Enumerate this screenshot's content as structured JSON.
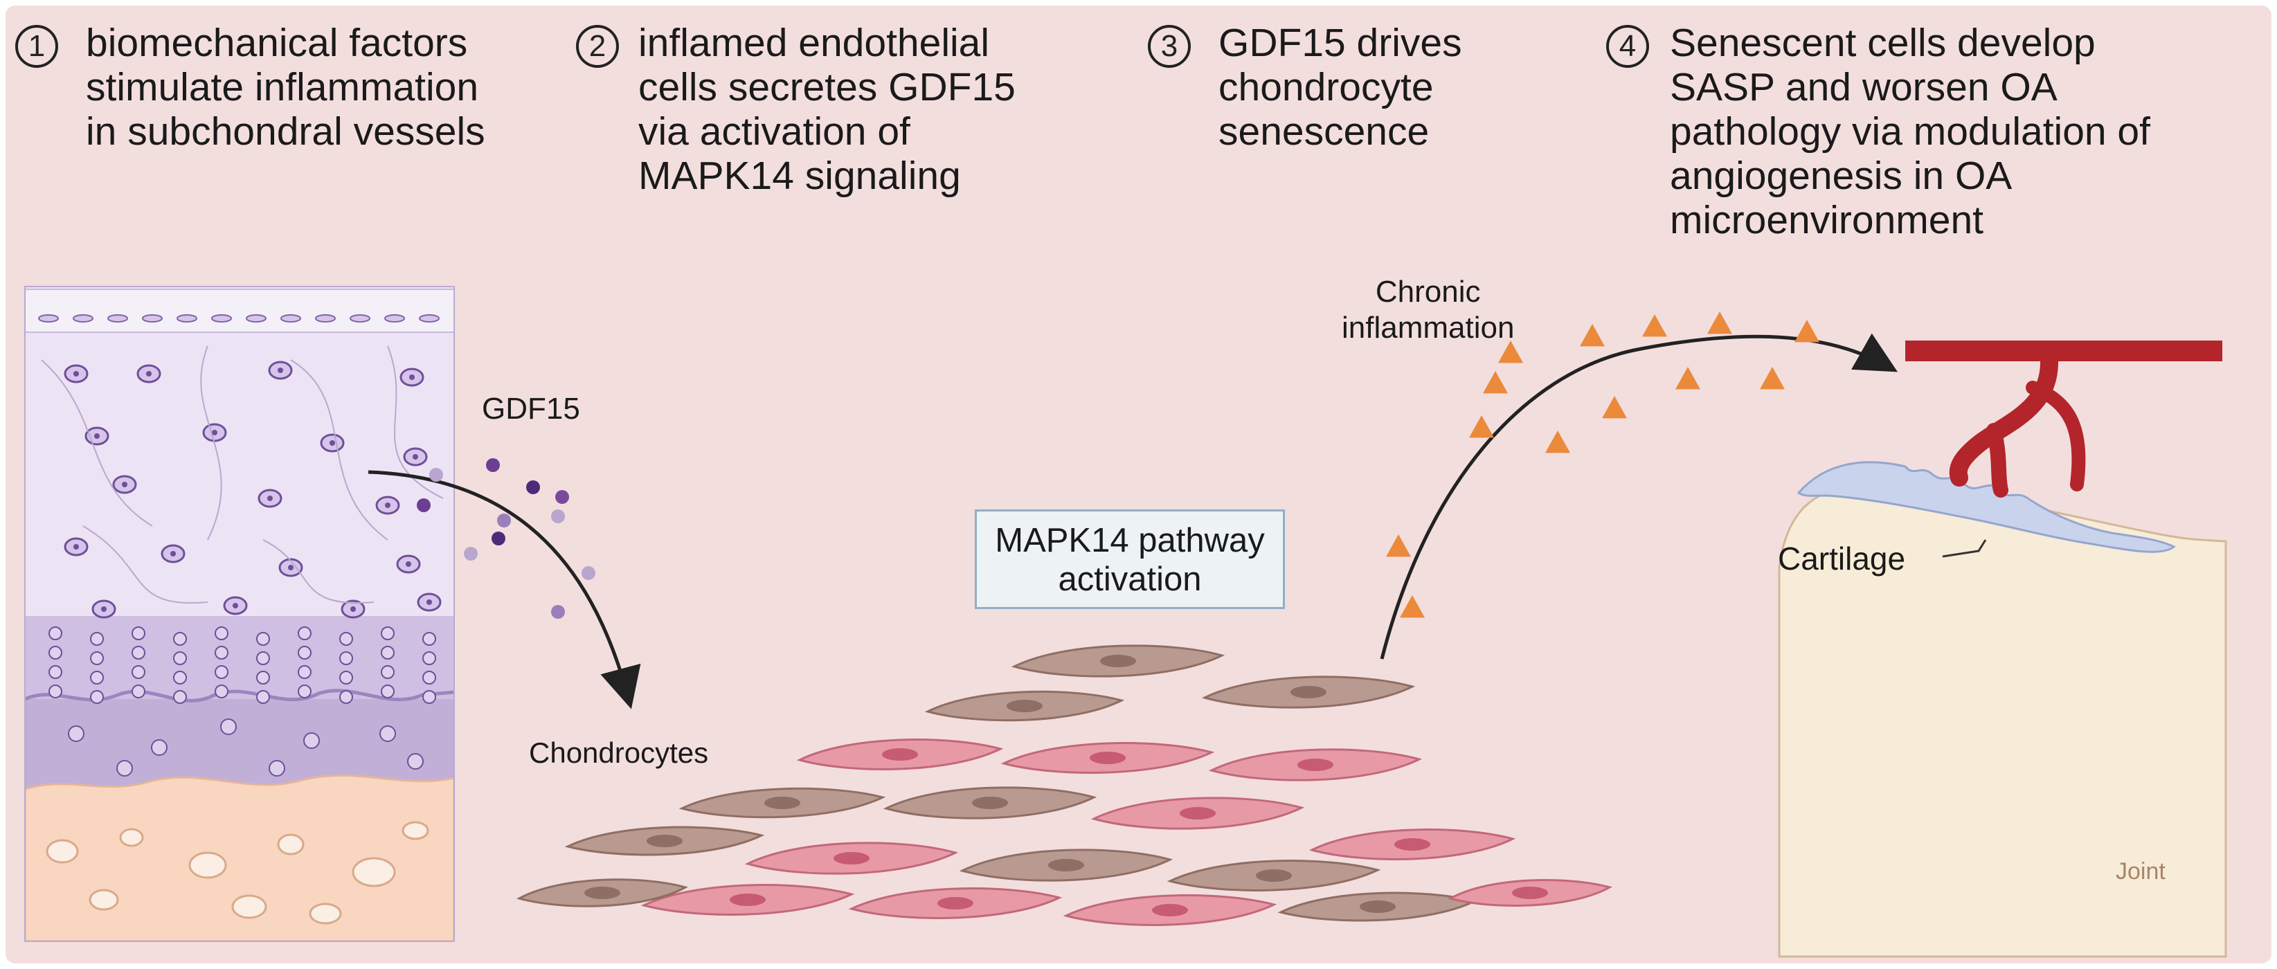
{
  "steps": [
    {
      "number": "1",
      "text": "biomechanical factors\nstimulate inflammation\nin subchondral vessels"
    },
    {
      "number": "2",
      "text": "inflamed endothelial\ncells secretes GDF15\nvia activation of\nMAPK14 signaling"
    },
    {
      "number": "3",
      "text": "GDF15 drives\nchondrocyte\nsenescence"
    },
    {
      "number": "4",
      "text": "Senescent cells develop\nSASP and worsen OA\npathology via modulation of\nangiogenesis in OA\nmicroenvironment"
    }
  ],
  "labels": {
    "gdf15": "GDF15",
    "chondrocytes": "Chondrocytes",
    "pathway": "MAPK14 pathway\nactivation",
    "chronic_inflammation": "Chronic\ninflammation",
    "cartilage": "Cartilage",
    "joint": "Joint"
  },
  "colors": {
    "background": "#f3dede",
    "tissue_upper": "#ece4f4",
    "tissue_lower": "#cfbfe2",
    "bone": "#f8d6bf",
    "gdf15_particles": "#7a4a9a",
    "fibroblast_brown": "#b89a90",
    "fibroblast_pink": "#e79aa6",
    "inflammation_triangles": "#ea8a3a",
    "vessel": "#b3252a",
    "cartilage": "#c9d3ec",
    "bone_joint": "#f7ecd8"
  }
}
